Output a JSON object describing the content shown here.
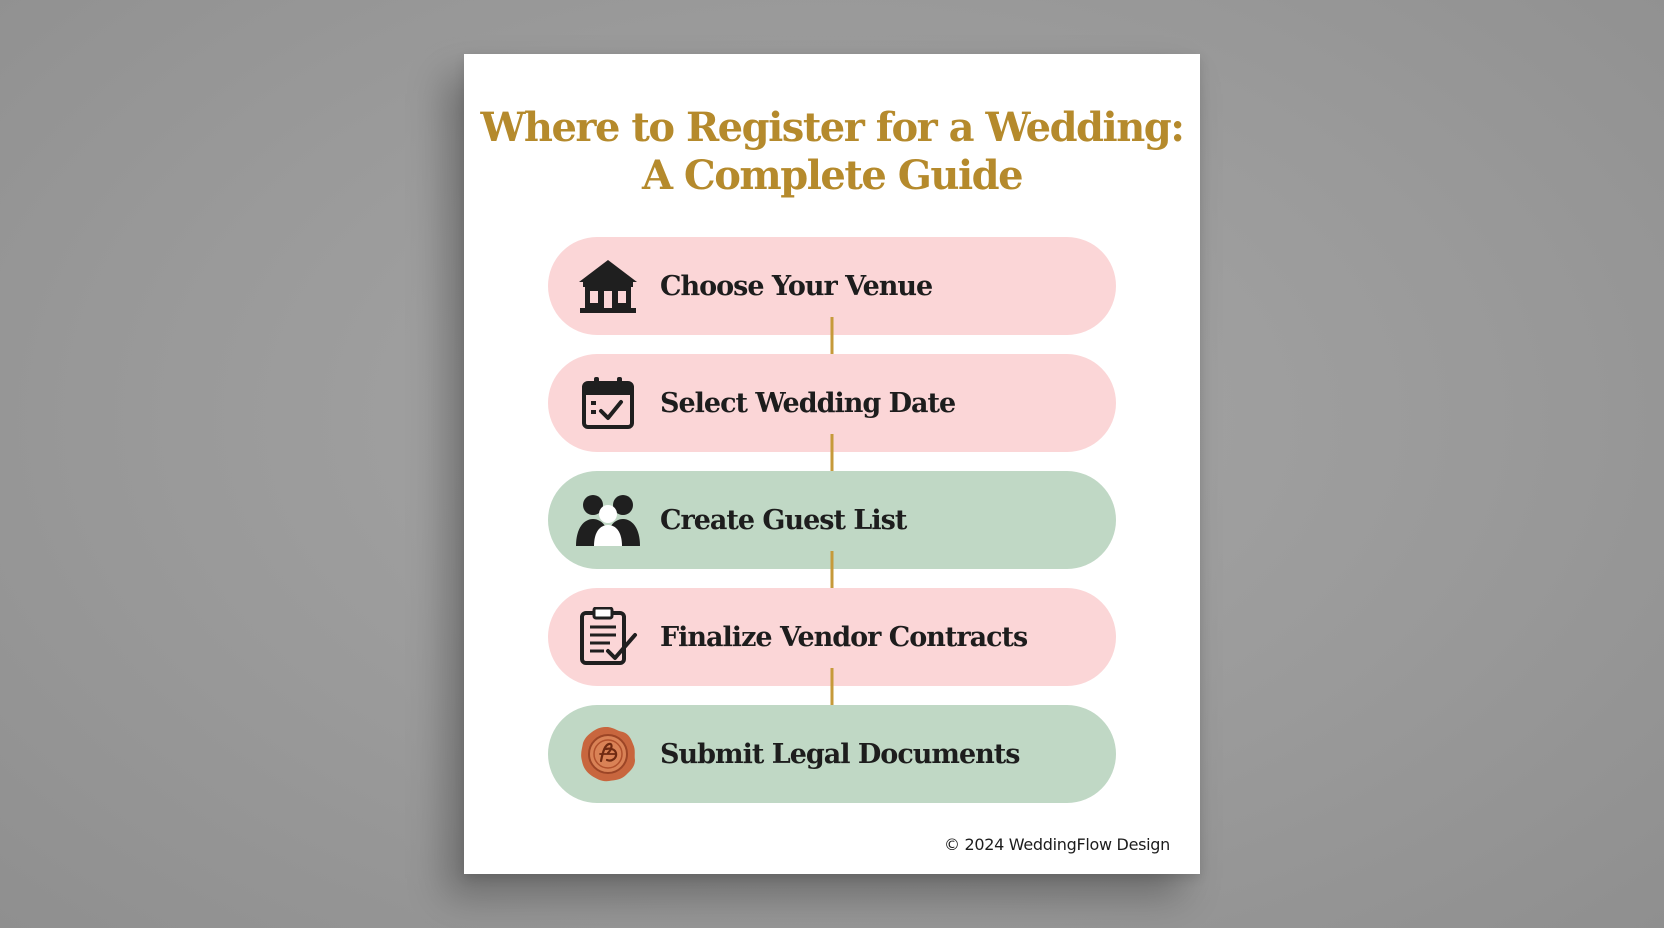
{
  "infographic": {
    "title_line1": "Where to Register for a Wedding:",
    "title_line2": "A Complete Guide",
    "steps": [
      {
        "label": "Choose Your Venue",
        "icon": "venue-building-icon",
        "color": "#fbd6d7"
      },
      {
        "label": "Select Wedding Date",
        "icon": "calendar-check-icon",
        "color": "#fbd6d7"
      },
      {
        "label": "Create Guest List",
        "icon": "guests-people-icon",
        "color": "#c0d8c5"
      },
      {
        "label": "Finalize Vendor Contracts",
        "icon": "clipboard-check-icon",
        "color": "#fbd6d7"
      },
      {
        "label": "Submit Legal Documents",
        "icon": "wax-seal-icon",
        "color": "#c0d8c5"
      }
    ],
    "footer": "© 2024 WeddingFlow Design"
  },
  "colors": {
    "title": "#b58a2c",
    "connector": "#c69a3a",
    "pink": "#fbd6d7",
    "green": "#c0d8c5",
    "seal": "#c8663e"
  }
}
